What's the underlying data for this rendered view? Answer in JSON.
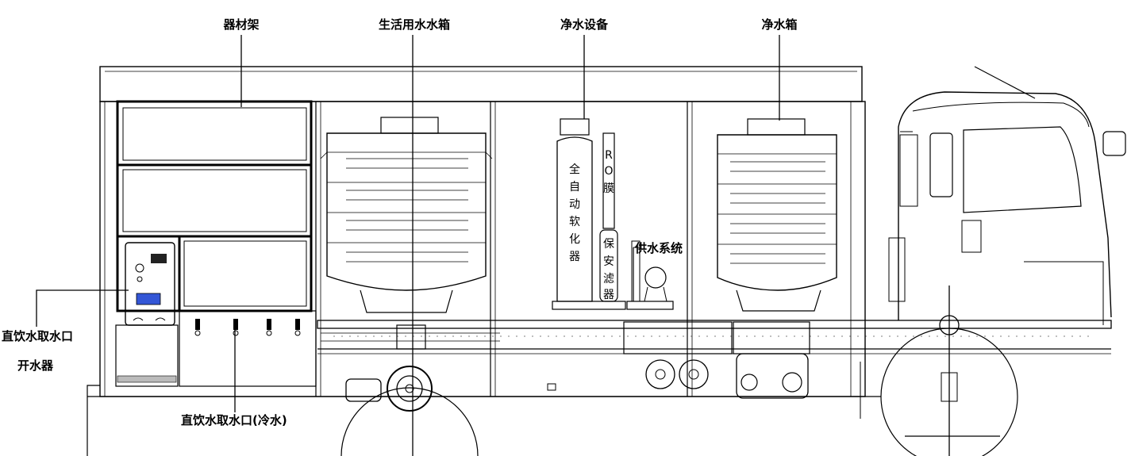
{
  "labels": {
    "equipment_rack": "器材架",
    "domestic_water_tank": "生活用水水箱",
    "purification_equipment": "净水设备",
    "clean_water_tank": "净水箱",
    "water_supply_system": "供水系统",
    "drinking_outlet_hot_line1": "直饮水取水口",
    "drinking_outlet_hot_line2": "开水器",
    "drinking_outlet_cold": "直饮水取水口(冷水)"
  },
  "vertical_labels": {
    "auto_softener": [
      "全",
      "自",
      "动",
      "软",
      "化",
      "器"
    ],
    "ro_membrane": [
      "R",
      "O",
      "膜"
    ],
    "security_filter": [
      "保",
      "安",
      "滤",
      "器"
    ]
  }
}
